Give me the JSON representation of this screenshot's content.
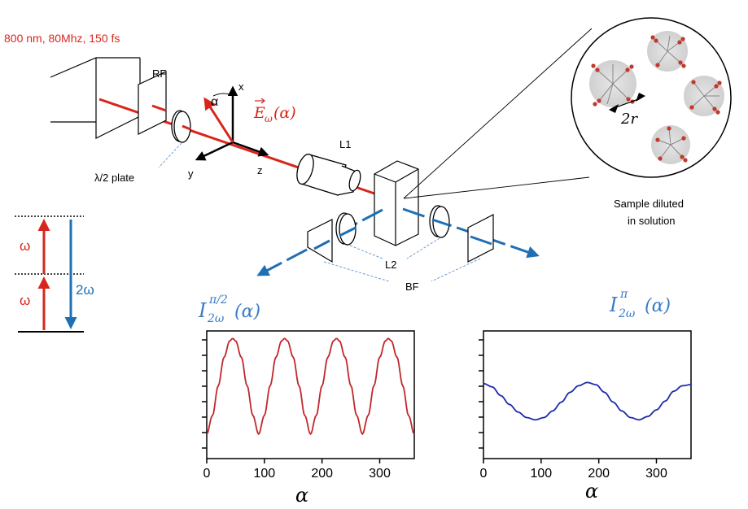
{
  "laser": {
    "spec": "800 nm, 80Mhz, 150 fs",
    "spec_color": "#d9261c"
  },
  "optics": {
    "rf_label": "RF",
    "half_wave_plate_label": "λ/2 plate",
    "lens1_label": "L1",
    "lens2_label": "L2",
    "bf_label": "BF",
    "field_label": "E⃗ω(α)",
    "field_label_main": "E",
    "field_label_sub": "ω",
    "field_label_arg": "(α)",
    "angle_label": "α",
    "axis_x": "x",
    "axis_y": "y",
    "axis_z": "z"
  },
  "sample": {
    "caption_line1": "Sample diluted",
    "caption_line2": "in solution",
    "radius_label": "2r"
  },
  "energy_diagram": {
    "omega_upper": "ω",
    "omega_lower": "ω",
    "two_omega": "2ω"
  },
  "colors": {
    "fundamental": "#d9261c",
    "harmonic": "#1f6fb5",
    "plot_left": "#c0282c",
    "plot_right": "#1f2ba8",
    "title_blue": "#3a7bc8",
    "ink": "#000000"
  },
  "chart_data": [
    {
      "type": "line",
      "title_main": "I",
      "title_sub": "2ω",
      "title_sup": "π/2",
      "title_arg": "(α)",
      "xlabel": "α",
      "ylabel": "",
      "xlim": [
        0,
        360
      ],
      "ylim": [
        0,
        1
      ],
      "xticks": [
        "0",
        "100",
        "200",
        "300"
      ],
      "xtick_values": [
        0,
        100,
        200,
        300
      ],
      "series": [
        {
          "x": [
            0,
            10,
            20,
            30,
            40,
            45,
            50,
            60,
            70,
            80,
            90,
            100,
            110,
            120,
            130,
            135,
            140,
            150,
            160,
            170,
            180,
            190,
            200,
            210,
            220,
            225,
            230,
            240,
            250,
            260,
            270,
            280,
            290,
            300,
            310,
            315,
            320,
            330,
            340,
            350,
            360
          ],
          "values": [
            0.12,
            0.29,
            0.56,
            0.82,
            0.97,
            0.99,
            0.97,
            0.82,
            0.56,
            0.29,
            0.12,
            0.29,
            0.56,
            0.82,
            0.97,
            0.99,
            0.97,
            0.82,
            0.56,
            0.29,
            0.12,
            0.29,
            0.56,
            0.82,
            0.97,
            0.99,
            0.97,
            0.82,
            0.56,
            0.29,
            0.12,
            0.29,
            0.56,
            0.82,
            0.97,
            0.99,
            0.97,
            0.82,
            0.56,
            0.29,
            0.12
          ]
        }
      ]
    },
    {
      "type": "line",
      "title_main": "I",
      "title_sub": "2ω",
      "title_sup": "π",
      "title_arg": "(α)",
      "xlabel": "α",
      "ylabel": "",
      "xlim": [
        0,
        360
      ],
      "ylim": [
        0,
        1
      ],
      "xticks": [
        "0",
        "100",
        "200",
        "300"
      ],
      "xtick_values": [
        0,
        100,
        200,
        300
      ],
      "series": [
        {
          "x": [
            0,
            15,
            30,
            45,
            60,
            75,
            90,
            105,
            120,
            135,
            150,
            165,
            180,
            195,
            210,
            225,
            240,
            255,
            270,
            285,
            300,
            315,
            330,
            345,
            360
          ],
          "values": [
            0.58,
            0.55,
            0.47,
            0.39,
            0.32,
            0.27,
            0.25,
            0.27,
            0.33,
            0.41,
            0.5,
            0.56,
            0.59,
            0.57,
            0.5,
            0.41,
            0.33,
            0.27,
            0.25,
            0.28,
            0.34,
            0.42,
            0.51,
            0.56,
            0.57
          ]
        }
      ]
    }
  ]
}
